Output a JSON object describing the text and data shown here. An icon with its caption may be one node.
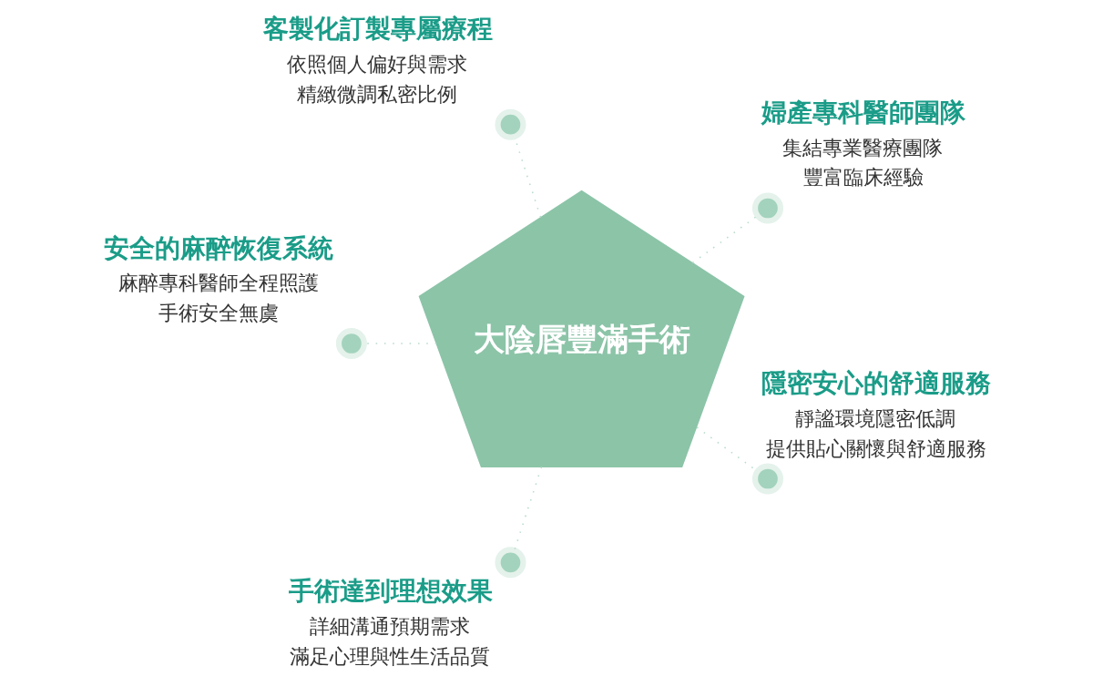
{
  "diagram": {
    "nodes": [
      {
        "text": [],
        "shape": "circle",
        "beside": [
          "婦產專科醫師團隊",
          "集結專業醫療團隊",
          "豐富臨床經驗"
        ]
      },
      {
        "text": [],
        "shape": "circle",
        "beside": [
          "客製化訂製專屬療程",
          "依照個人偏好與需求",
          "精緻微調私密比例"
        ]
      },
      {
        "text": [],
        "shape": "circle",
        "beside": [
          "安全的麻醉恢復系統",
          "麻醉專科醫師全程照護",
          "手術安全無虞"
        ]
      },
      {
        "text": [
          "大陰唇豐滿手術"
        ]
      },
      {
        "text": [],
        "shape": "circle",
        "beside": [
          "手術達到理想效果",
          "詳細溝通預期需求",
          "滿足心理與性生活品質"
        ]
      },
      {
        "text": [],
        "shape": "circle",
        "beside": [
          "隱密安心的舒適服務",
          "靜謐環境隱密低調",
          "提供貼心關懷與舒適服務"
        ]
      }
    ],
    "edges": [
      {
        "from": 3,
        "to": 0,
        "arrow": "none",
        "style": "dashed"
      },
      {
        "from": 3,
        "to": 2,
        "arrow": "none",
        "style": "dashed"
      },
      {
        "from": 3,
        "to": 5,
        "arrow": "none",
        "style": "dashed"
      },
      {
        "from": 3,
        "to": 4,
        "arrow": "none",
        "style": "dashed"
      },
      {
        "from": 3,
        "to": 1,
        "arrow": "none",
        "style": "dashed"
      }
    ]
  }
}
